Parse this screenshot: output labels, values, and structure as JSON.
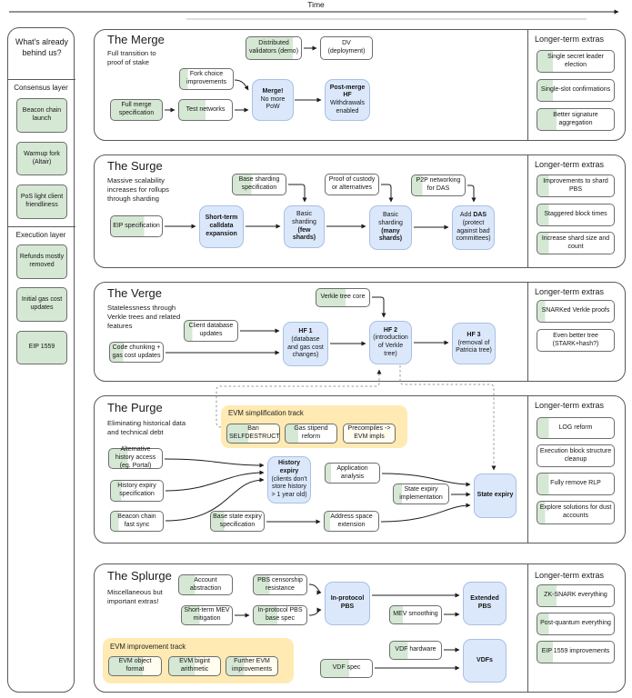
{
  "palette": {
    "done_green": "#d5e8d4",
    "milestone_blue": "#dbe8fb",
    "track_yellow": "#ffeab3",
    "line_black": "#222222",
    "dotted_gray": "#9a9a9a"
  },
  "time_axis": {
    "label": "Time"
  },
  "labels": {
    "extras_title": "Longer-term extras"
  },
  "sidebar": {
    "title": "What's already behind us?",
    "consensus": {
      "label": "Consensus layer",
      "items": [
        "Beacon chain launch",
        "Warmup fork (Altair)",
        "PoS light client friendliness"
      ]
    },
    "execution": {
      "label": "Execution layer",
      "items": [
        "Refunds mostly removed",
        "Initial gas cost updates",
        "EIP 1559"
      ]
    }
  },
  "merge": {
    "title": "The Merge",
    "subtitle": "Full transition to proof of stake",
    "nodes": {
      "distributed_validators": "Distributed validators (demo)",
      "dv_deployment": "DV (deployment)",
      "fork_choice": "Fork choice improvements",
      "full_merge_spec": "Full merge specification",
      "test_networks": "Test networks",
      "merge": {
        "b": "Merge!",
        "t": "No more PoW"
      },
      "post_merge": {
        "b": "Post-merge HF",
        "t": "Withdrawals enabled"
      }
    },
    "extras": [
      "Single secret leader election",
      "Single-slot confirmations",
      "Better signature aggregation"
    ]
  },
  "surge": {
    "title": "The Surge",
    "subtitle": "Massive scalability increases for rollups through sharding",
    "nodes": {
      "base_sharding_spec": "Base sharding specification",
      "proof_of_custody": "Proof of custody or alternatives",
      "p2p_networking": "P2P networking for DAS",
      "eip_spec": "EIP specification",
      "short_term_calldata": {
        "b": "Short-term calldata expansion"
      },
      "basic_few": {
        "t": "Basic sharding",
        "b": "(few shards)"
      },
      "basic_many": {
        "t": "Basic sharding",
        "b": "(many shards)"
      },
      "add_das": {
        "t1": "Add",
        "b": "DAS",
        "t2": "(protect against bad committees)"
      }
    },
    "extras": [
      "Improvements to shard PBS",
      "Staggered block times",
      "Increase shard size and count"
    ]
  },
  "verge": {
    "title": "The Verge",
    "subtitle": "Statelessness through Verkle trees and related features",
    "nodes": {
      "verkle_tree_core": "Verkle tree core",
      "client_db_updates": "Client database updates",
      "code_chunking": "Code chunking + gas cost updates",
      "hf1": {
        "b": "HF 1",
        "t": "(database and gas cost changes)"
      },
      "hf2": {
        "b": "HF 2",
        "t": "(introduction of Verkle tree)"
      },
      "hf3": {
        "b": "HF 3",
        "t": "(removal of Patricia tree)"
      }
    },
    "extras": [
      "SNARKed Verkle proofs",
      "Even better tree (STARK+hash?)"
    ]
  },
  "purge": {
    "title": "The Purge",
    "subtitle": "Eliminating historical data and technical debt",
    "track_label": "EVM simplification track",
    "nodes": {
      "ban_selfdestruct": "Ban SELFDESTRUCT",
      "gas_stipend_reform": "Gas stipend reform",
      "precompiles": "Precompiles -> EVM impls",
      "alt_history_access": "Alternative history access (eg. Portal)",
      "history_expiry_spec": "History expiry specification",
      "beacon_fast_sync": "Beacon chain fast sync",
      "history_expiry": {
        "b": "History expiry",
        "t": "(clients don't store history > 1 year old)"
      },
      "application_analysis": "Application analysis",
      "base_state_expiry_spec": "Base state expiry specification",
      "address_space_extension": "Address space extension",
      "state_expiry_impl": "State expiry implementation",
      "state_expiry": {
        "b": "State expiry"
      }
    },
    "extras": [
      "LOG reform",
      "Execution block structure cleanup",
      "Fully remove RLP",
      "Explore solutions for dust accounts"
    ]
  },
  "splurge": {
    "title": "The Splurge",
    "subtitle": "Miscellaneous but important extras!",
    "track_label": "EVM improvement track",
    "nodes": {
      "account_abstraction": "Account abstraction",
      "pbs_censorship": "PBS censorship resistance",
      "short_term_mev": "Short-term MEV mitigation",
      "in_protocol_pbs_spec": "In-protocol PBS base spec",
      "in_protocol_pbs": {
        "b": "In-protocol PBS"
      },
      "mev_smoothing": "MEV smoothing",
      "extended_pbs": {
        "b": "Extended PBS"
      },
      "evm_object_format": "EVM object format",
      "evm_bigint": "EVM bigint arithmetic",
      "further_evm": "Further EVM improvements",
      "vdf_spec": "VDF spec",
      "vdf_hardware": "VDF hardware",
      "vdfs": {
        "b": "VDFs"
      }
    },
    "extras": [
      "ZK-SNARK everything",
      "Post-quantum everything",
      "EIP 1559 improvements"
    ]
  }
}
